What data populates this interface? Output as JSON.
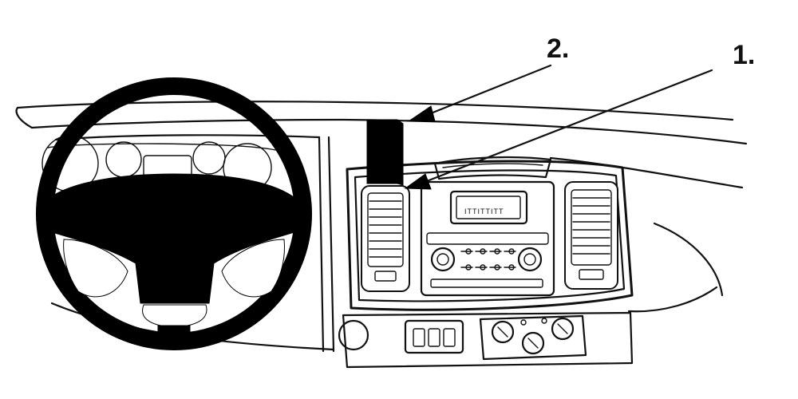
{
  "callouts": [
    {
      "id": "1",
      "label": "1."
    },
    {
      "id": "2",
      "label": "2."
    }
  ],
  "radio": {
    "display_text": "ITTITTITT"
  },
  "colors": {
    "line": "#111111",
    "fill": "#000000",
    "background": "#ffffff"
  }
}
